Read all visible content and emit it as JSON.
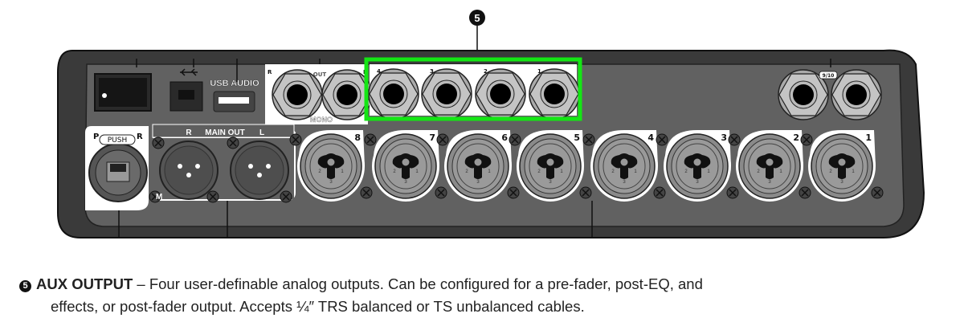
{
  "callout": {
    "number": "5"
  },
  "panel": {
    "usb_audio_label": "USB AUDIO",
    "out_label": "OUT",
    "out_r": "R",
    "out_l": "L",
    "mono_label": "MONO",
    "main_out_label": "MAIN OUT",
    "main_r": "R",
    "main_l": "L",
    "push_label": "PUSH",
    "ethercon_p": "P",
    "ethercon_r": "R",
    "m_badge": "M",
    "aux_numbers": [
      "4",
      "3",
      "2",
      "1"
    ],
    "input_numbers": [
      "8",
      "7",
      "6",
      "5",
      "4",
      "3",
      "2",
      "1"
    ],
    "stereo_label": "9/10",
    "pin_labels": [
      "2",
      "1",
      "3"
    ],
    "highlight_color": "#14e614"
  },
  "description": {
    "bullet": "5",
    "title": "AUX OUTPUT",
    "line1": " – Four user-definable analog outputs. Can be configured for a pre-fader, post-EQ, and",
    "line2": "effects, or post-fader output. Accepts ¼″ TRS balanced or TS unbalanced cables."
  }
}
